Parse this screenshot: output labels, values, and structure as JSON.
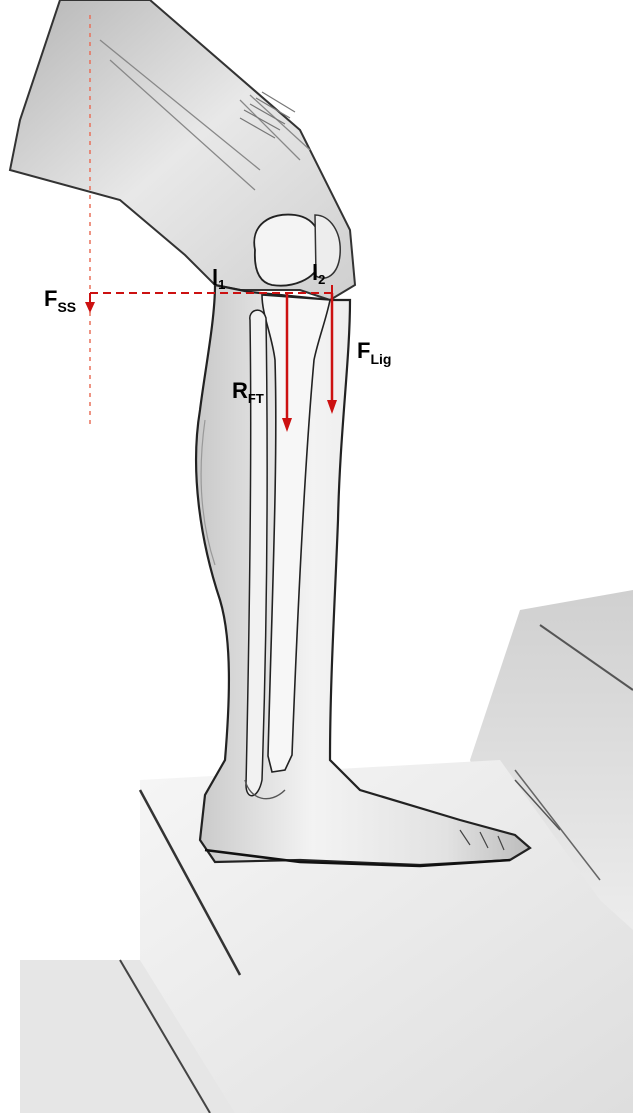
{
  "labels": {
    "f_ss_main": "F",
    "f_ss_sub": "SS",
    "l1_main": "l",
    "l1_sub": "1",
    "l2_main": "l",
    "l2_sub": "2",
    "r_ft_main": "R",
    "r_ft_sub": "FT",
    "f_lig_main": "F",
    "f_lig_sub": "Lig"
  },
  "colors": {
    "force_arrow": "#cc1111",
    "reference_line": "#e8705a",
    "bone_outline": "#2a2a2a",
    "skin_shade": "#d9d9d9",
    "step_shade": "#eeeeee"
  },
  "illustration": {
    "subject": "leg-on-stair-icon"
  }
}
